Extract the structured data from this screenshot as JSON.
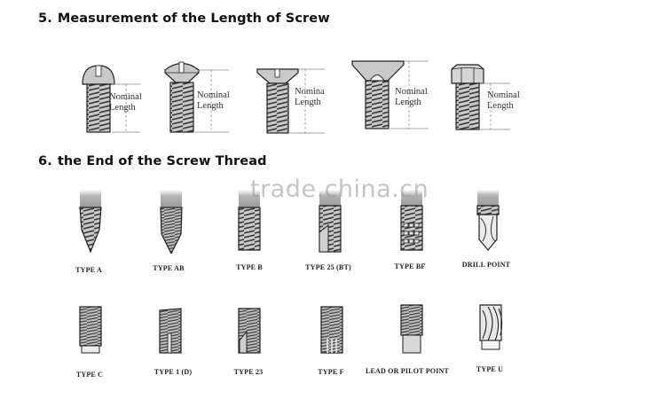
{
  "section5": {
    "number": "5.",
    "title": "Measurement of the Length of Screw",
    "figures": [
      {
        "head": "round",
        "label_line1": "Nominal",
        "label_line2": "Length"
      },
      {
        "head": "oval",
        "label_line1": "Nominal",
        "label_line2": "Length"
      },
      {
        "head": "flat",
        "label_line1": "Nomina",
        "label_line2": "Length"
      },
      {
        "head": "trim-flat",
        "label_line1": "Nominal",
        "label_line2": "Length"
      },
      {
        "head": "hex",
        "label_line1": "Nominal",
        "label_line2": "Length"
      }
    ]
  },
  "section6": {
    "number": "6.",
    "title": "the End of the Screw Thread",
    "row1": [
      {
        "label": "TYPE A"
      },
      {
        "label": "TYPE AB"
      },
      {
        "label": "TYPE B"
      },
      {
        "label": "TYPE 25 (BT)"
      },
      {
        "label": "TYPE BF"
      },
      {
        "label": "DRILL POINT"
      }
    ],
    "row2": [
      {
        "label": "TYPE C"
      },
      {
        "label": "TYPE 1  (D)"
      },
      {
        "label": "TYPE 23"
      },
      {
        "label": "TYPE F"
      },
      {
        "label": "LEAD OR PILOT POINT"
      },
      {
        "label": "TYPE U"
      }
    ]
  },
  "watermark": "trade.china.cn"
}
